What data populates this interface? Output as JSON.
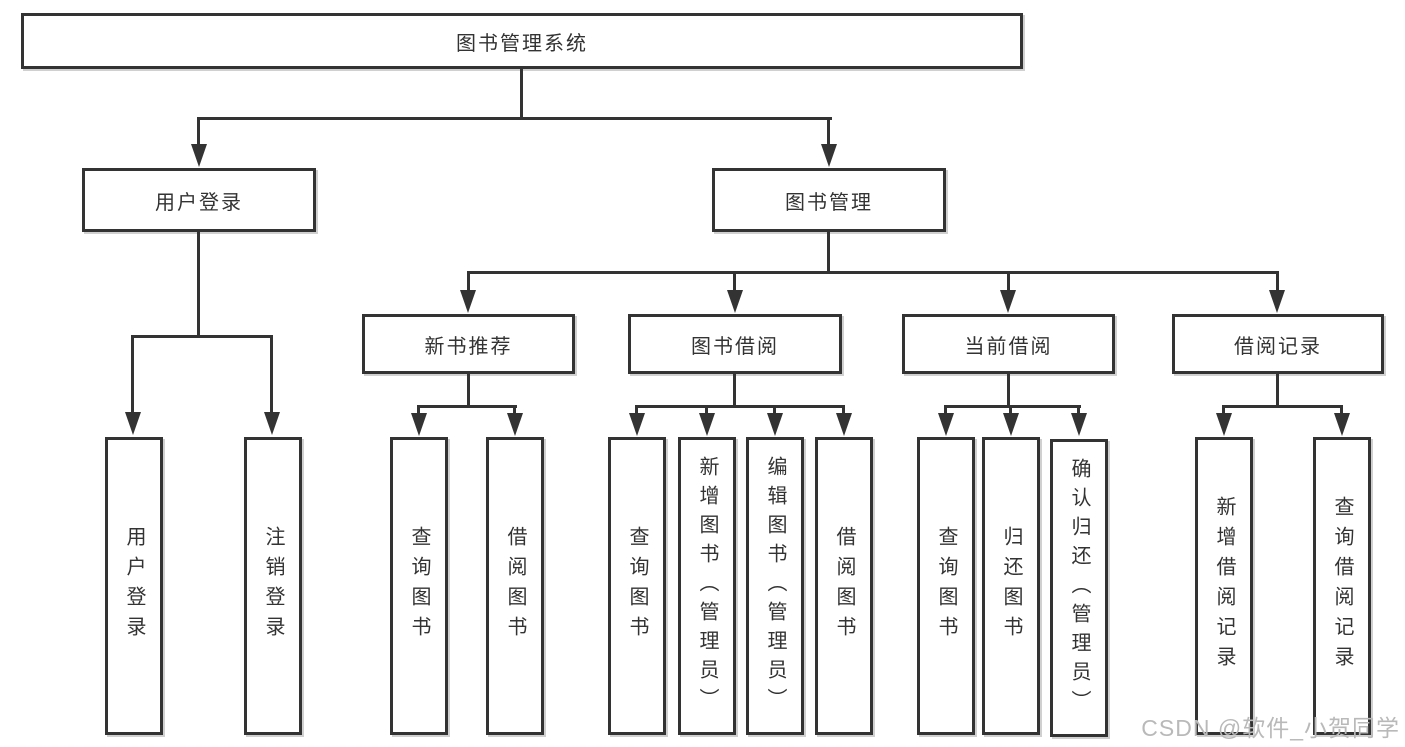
{
  "title": {
    "label": "图书管理系统"
  },
  "nodes": {
    "user_login": {
      "label": "用户登录",
      "children": [
        "用户登录",
        "注销登录"
      ]
    },
    "book_mgmt": {
      "label": "图书管理"
    },
    "new_books": {
      "label": "新书推荐",
      "children": [
        "查询图书",
        "借阅图书"
      ]
    },
    "borrow": {
      "label": "图书借阅",
      "children": [
        "查询图书",
        "新增图书（管理员）",
        "编辑图书（管理员）",
        "借阅图书"
      ]
    },
    "current": {
      "label": "当前借阅",
      "children": [
        "查询图书",
        "归还图书",
        "确认归还（管理员）"
      ]
    },
    "records": {
      "label": "借阅记录",
      "children": [
        "新增借阅记录",
        "查询借阅记录"
      ]
    }
  },
  "watermark": "CSDN @软件_小贺同学",
  "colors": {
    "line": "#333333",
    "text": "#333333",
    "box_background": "#ffffff",
    "watermark": "#b9b9b9",
    "background": "#ffffff"
  }
}
